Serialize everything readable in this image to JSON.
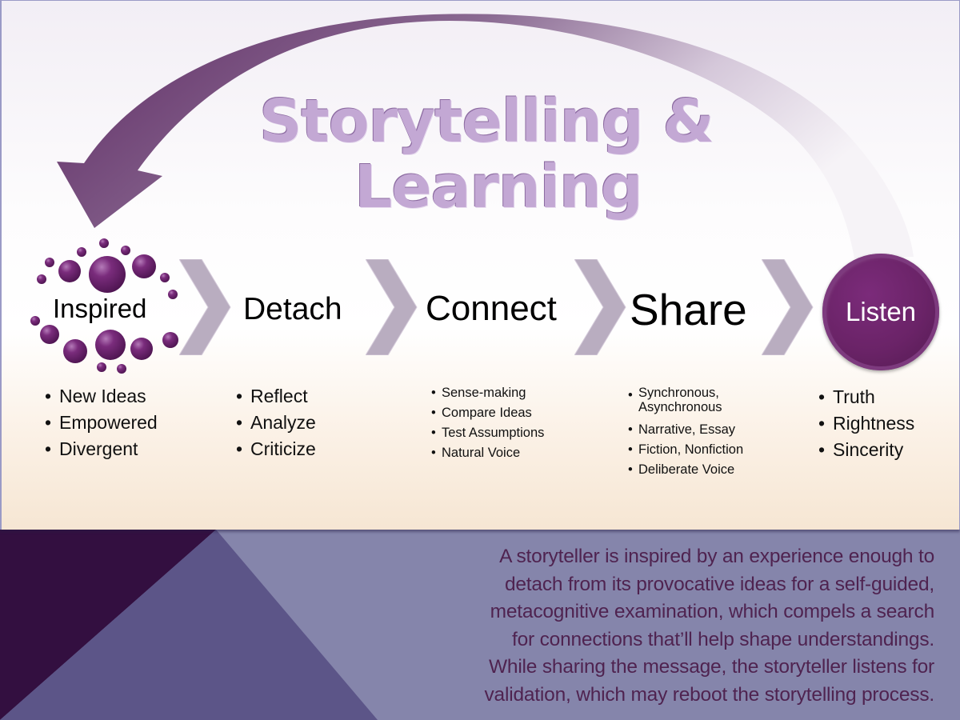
{
  "title": {
    "line1": "Storytelling &",
    "line2": "Learning"
  },
  "stages": [
    {
      "label": "Inspired",
      "bullets": [
        "New Ideas",
        "Empowered",
        "Divergent"
      ]
    },
    {
      "label": "Detach",
      "bullets": [
        "Reflect",
        "Analyze",
        "Criticize"
      ]
    },
    {
      "label": "Connect",
      "bullets": [
        "Sense-making",
        "Compare Ideas",
        "Test Assumptions",
        "Natural Voice"
      ]
    },
    {
      "label": "Share",
      "bullets": [
        "Synchronous,",
        "Asynchronous",
        "Narrative, Essay",
        "Fiction, Nonfiction",
        "Deliberate Voice"
      ]
    },
    {
      "label": "Listen",
      "bullets": [
        "Truth",
        "Rightness",
        "Sincerity"
      ]
    }
  ],
  "description_lines": [
    "A storyteller is inspired by an experience enough to",
    "detach from its provocative ideas for a self-guided,",
    "metacognitive examination, which compels a search",
    "for connections that’ll help shape understandings.",
    "While sharing the message, the storyteller listens for",
    "validation, which may reboot the storytelling process."
  ],
  "colors": {
    "accent_purple": "#6a2367",
    "title_lavender": "#c3a8d4",
    "chevron_gray": "#b9adc0",
    "dark_triangle": "#330f40",
    "mid_triangle": "#5c5588",
    "bottom_bg": "#8585ab",
    "description_text": "#4f2350"
  },
  "icons": {
    "cycle_arrow": "curved-return-arrow-icon",
    "inspired": "bubble-cluster-icon",
    "step": "chevron-right-icon",
    "listen": "circle-badge-icon"
  }
}
